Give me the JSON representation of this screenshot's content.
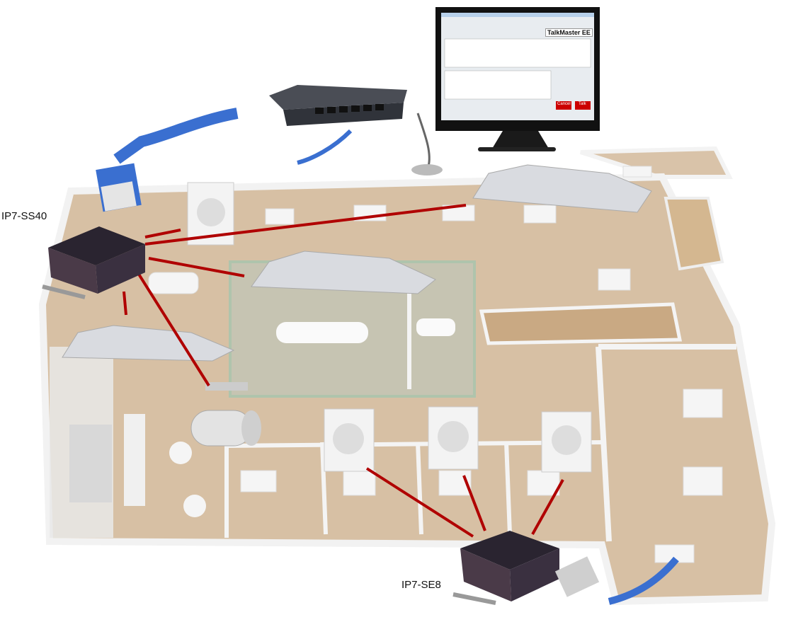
{
  "labels": {
    "top_device": "IP7-SS40",
    "bottom_device": "IP7-SE8"
  },
  "monitor": {
    "logo": "TalkMaster EE",
    "talk_button": "Talk",
    "cancel_button": "Cancel"
  },
  "colors": {
    "connection_line": "#b00000",
    "floor": "#c9ab86",
    "wall": "#f4f4f4",
    "cable": "#3a6fd0",
    "device_body": "#2a2430"
  },
  "icons": [
    "network-switch-icon",
    "ethernet-cable-icon",
    "microphone-icon",
    "ceiling-speaker-icon",
    "wall-speaker-icon",
    "horn-speaker-icon",
    "computer-monitor-icon"
  ]
}
